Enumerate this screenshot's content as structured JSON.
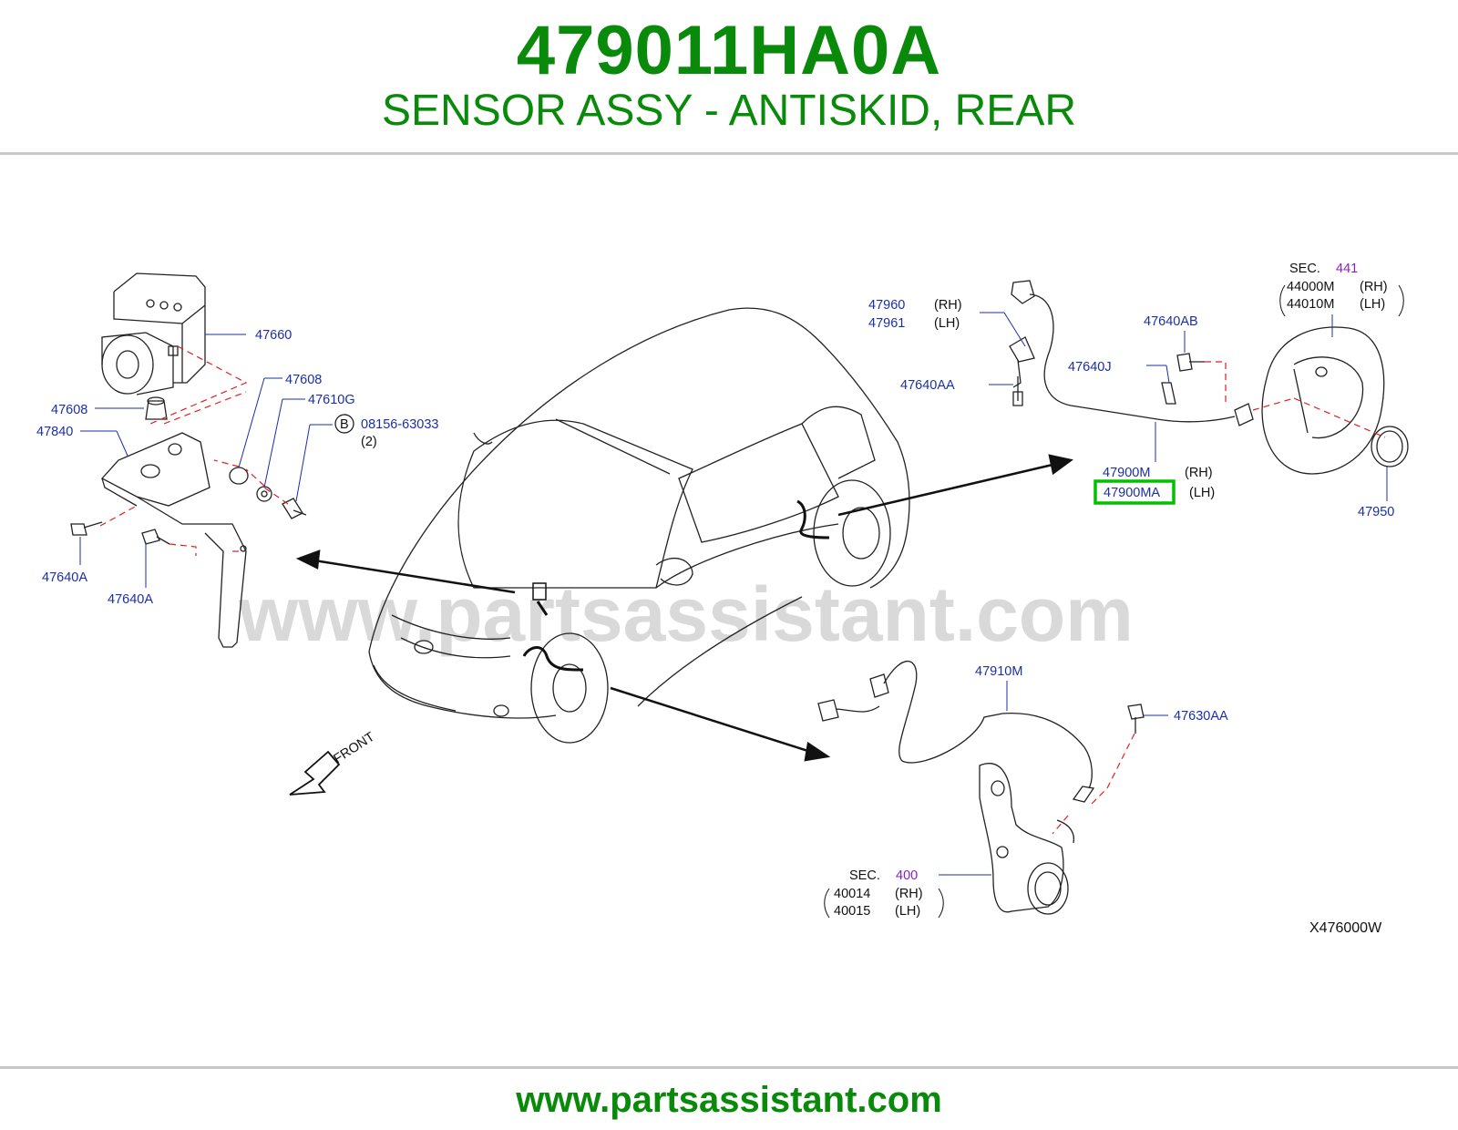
{
  "header": {
    "part_number": "479011HA0A",
    "description": "SENSOR ASSY - ANTISKID, REAR"
  },
  "watermark": "www.partsassistant.com",
  "footer": {
    "url": "www.partsassistant.com"
  },
  "figure_code": "X476000W",
  "front_label": "FRONT",
  "colors": {
    "brand_green": "#0a8a0a",
    "label_blue": "#1a2fa8",
    "section_purple": "#8a1fc4",
    "highlight_box": "#00c000"
  },
  "labels": {
    "p47660": "47660",
    "p47608_top": "47608",
    "p47608_left": "47608",
    "p47610G": "47610G",
    "p47840": "47840",
    "bolt_marker": "B",
    "p08156": "08156-63033",
    "qty2": "(2)",
    "p47640A_1": "47640A",
    "p47640A_2": "47640A",
    "p47960": "47960",
    "p47961": "47961",
    "rh": "(RH)",
    "lh": "(LH)",
    "p47640AB": "47640AB",
    "p47640J": "47640J",
    "p47640AA": "47640AA",
    "sec441_prefix": "SEC.",
    "sec441_num": "441",
    "p44000M": "44000M",
    "p44010M": "44010M",
    "p47900M": "47900M",
    "p47900MA": "47900MA",
    "p47950": "47950",
    "p47910M": "47910M",
    "p47630AA": "47630AA",
    "sec400_prefix": "SEC.",
    "sec400_num": "400",
    "p40014": "40014",
    "p40015": "40015"
  }
}
